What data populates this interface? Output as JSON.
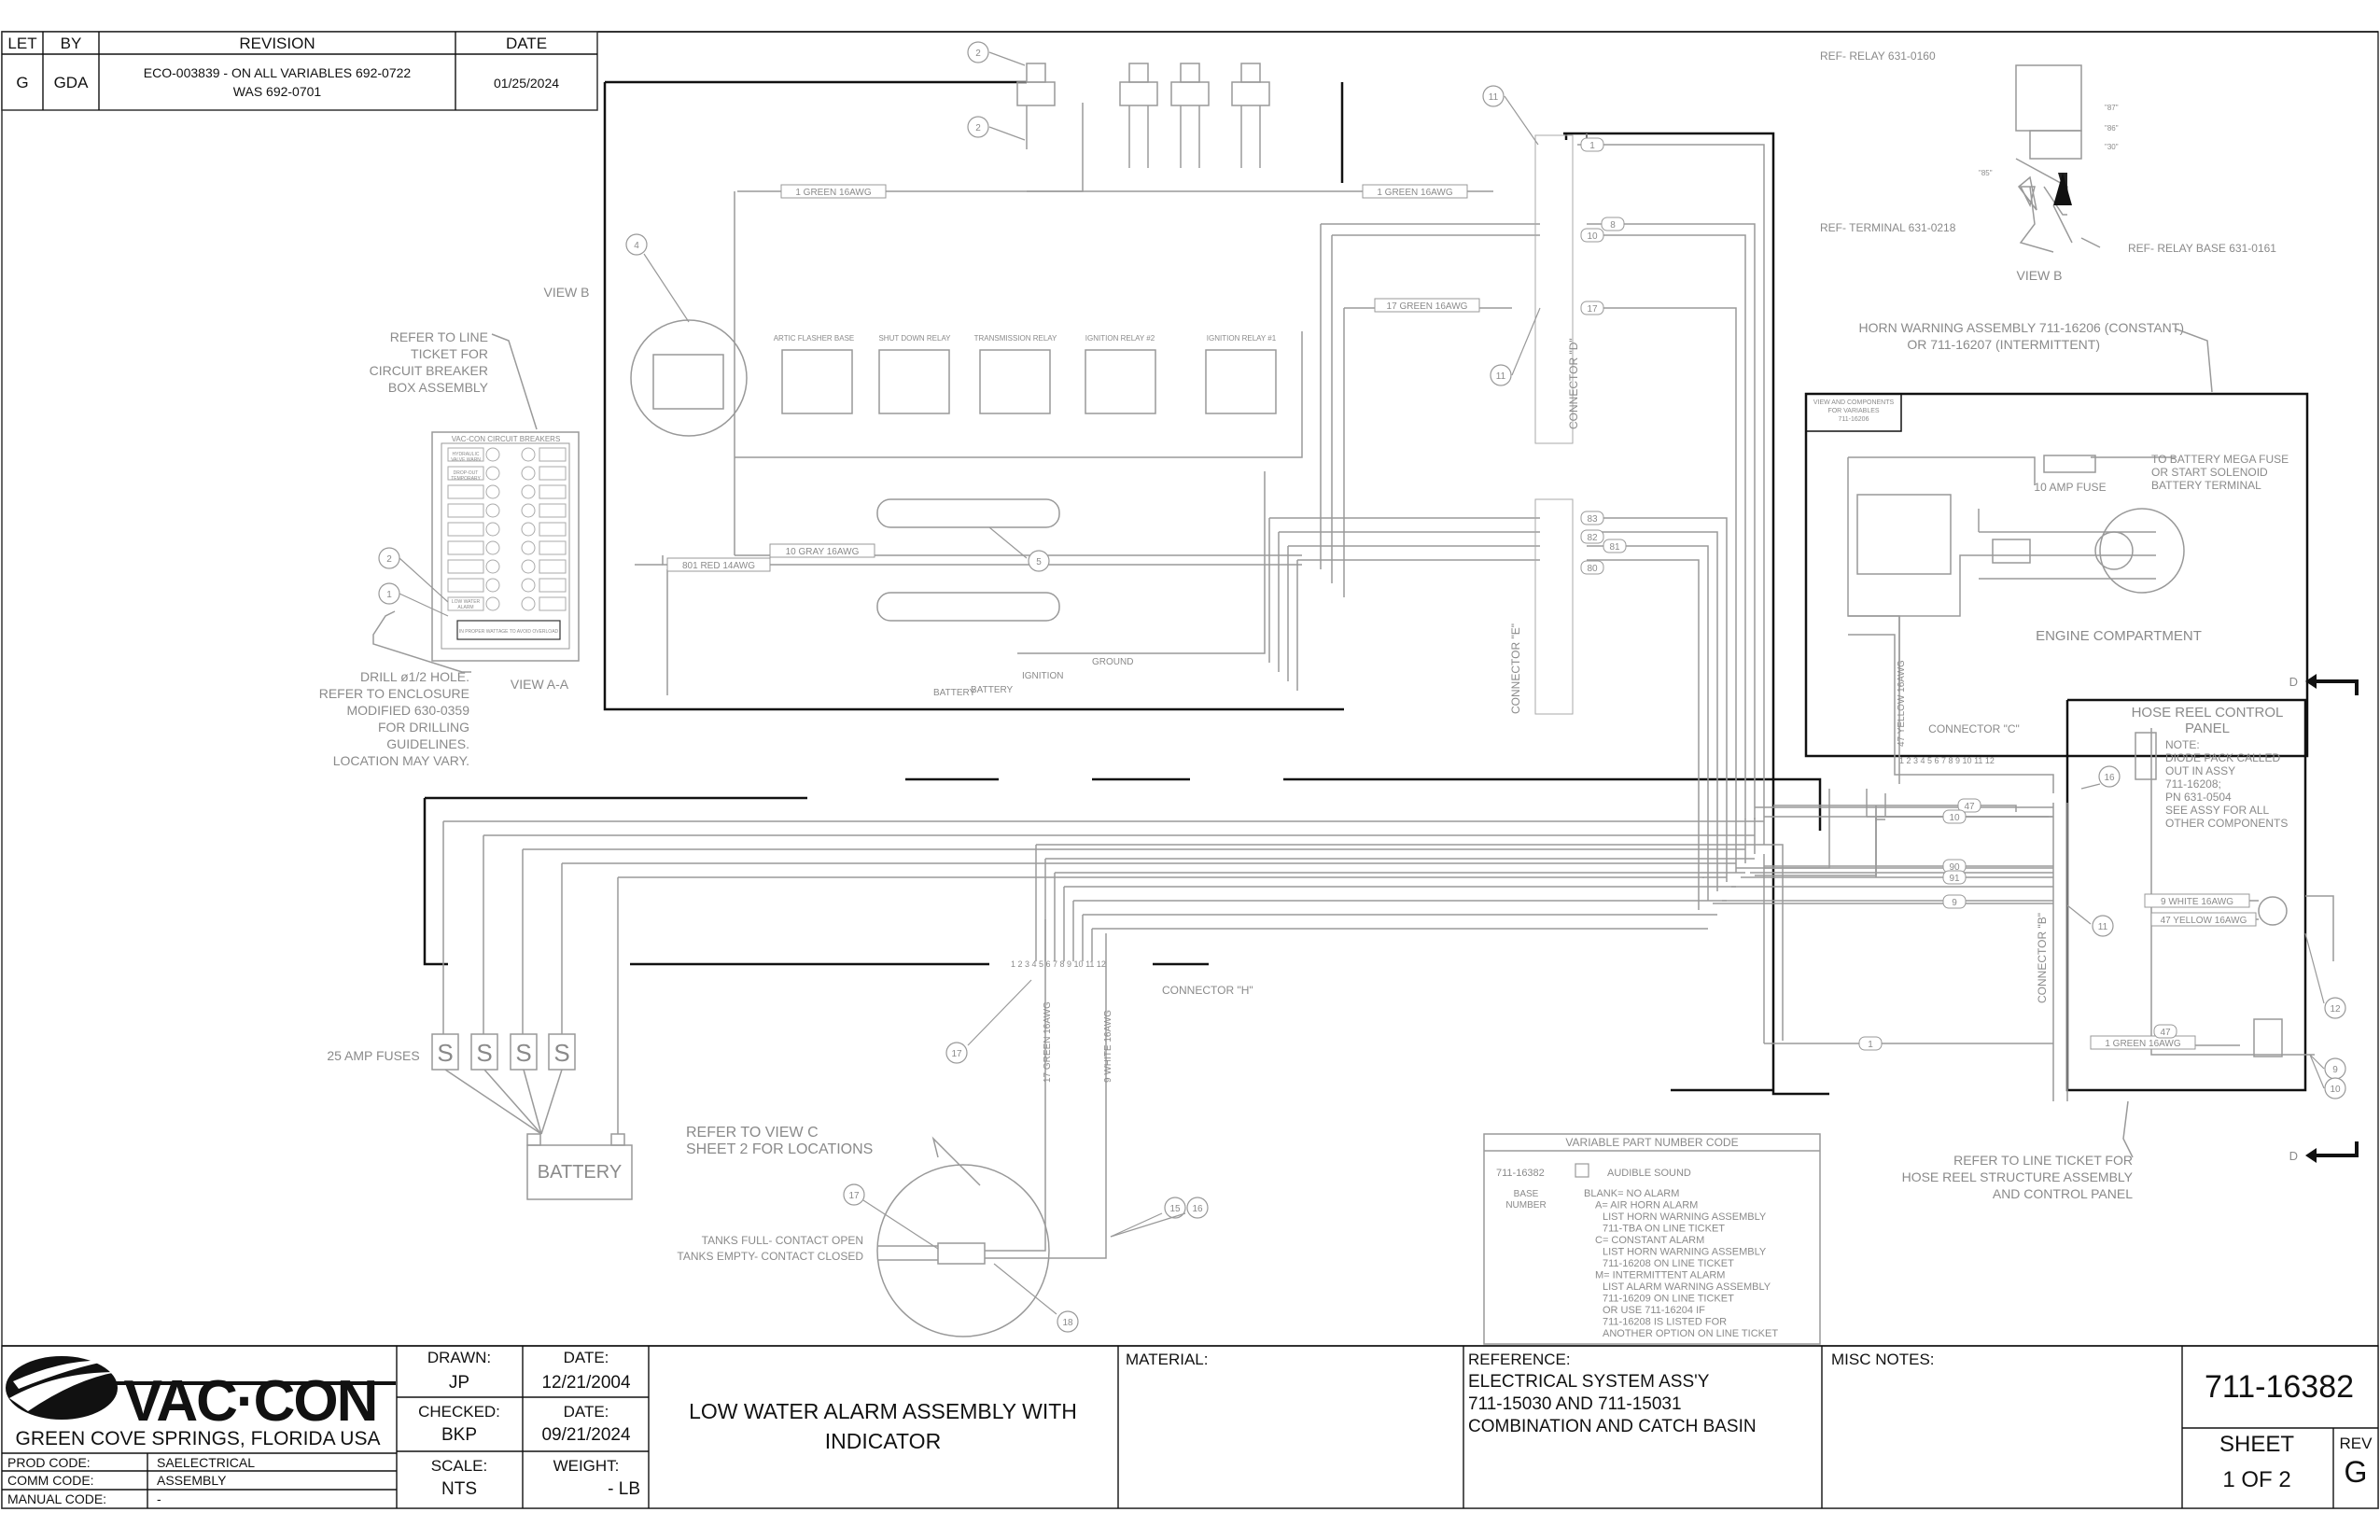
{
  "revision_table": {
    "headers": [
      "LET",
      "BY",
      "REVISION",
      "DATE"
    ],
    "row": {
      "let": "G",
      "by": "GDA",
      "revision_line1": "ECO-003839 - ON ALL VARIABLES 692-0722",
      "revision_line2": "WAS 692-0701",
      "date": "01/25/2024"
    }
  },
  "diagram": {
    "view_b_left": "VIEW B",
    "refer_line_ticket": [
      "REFER TO LINE",
      "TICKET FOR",
      "CIRCUIT BREAKER",
      "BOX ASSEMBLY"
    ],
    "breaker_panel_title": "VAC-CON CIRCUIT BREAKERS",
    "view_aa": "VIEW A-A",
    "drill_note": [
      "DRILL ø1/2 HOLE.",
      "REFER TO ENCLOSURE",
      "MODIFIED 630-0359",
      "FOR DRILLING",
      "GUIDELINES.",
      "LOCATION MAY VARY."
    ],
    "relays": [
      "ARTIC FLASHER BASE",
      "SHUT DOWN RELAY",
      "TRANSMISSION RELAY",
      "IGNITION RELAY #2",
      "IGNITION RELAY #1"
    ],
    "wires": {
      "w1_left": "1 GREEN 16AWG",
      "w1_right": "1 GREEN 16AWG",
      "w17": "17 GREEN 16AWG",
      "w10": "10 GRAY 16AWG",
      "w801": "801 RED 14AWG",
      "w47_yellow": "47 YELLOW 16AWG",
      "w9_white": "9 WHITE 16AWG",
      "w47_yellow_b": "47 YELLOW 16AWG",
      "w1_green_b": "1 GREEN 16AWG",
      "w17_green_v": "17 GREEN 16AWG",
      "w9_white_v": "9 WHITE 16AWG"
    },
    "terminal_labels": [
      "GROUND",
      "IGNITION",
      "BATTERY",
      "BATTERY"
    ],
    "connector_d": "CONNECTOR \"D\"",
    "connector_e": "CONNECTOR \"E\"",
    "connector_c": "CONNECTOR \"C\"",
    "connector_h": "CONNECTOR \"H\"",
    "connector_b": "CONNECTOR \"B\"",
    "conn_d_wires": [
      "1",
      "8",
      "10",
      "17"
    ],
    "conn_e_wires": [
      "83",
      "82",
      "81",
      "80"
    ],
    "conn_b_wires": [
      "47",
      "10",
      "90",
      "91",
      "9",
      "47",
      "1"
    ],
    "connector_c_pins": "1 2 3 4 5 6 7 8 9 10 11 12",
    "connector_h_pins": "1 2 3 4 5 6 7 8 9 10 11 12",
    "ref_relay": "REF- RELAY 631-0160",
    "ref_terminal": "REF- TERMINAL 631-0218",
    "ref_relay_base": "REF- RELAY BASE 631-0161",
    "relay_pins": [
      "\"87\"",
      "\"86\"",
      "\"30\"",
      "\"85\""
    ],
    "view_b_right": "VIEW B",
    "horn_warning": [
      "HORN WARNING ASSEMBLY 711-16206 (CONSTANT)",
      "OR 711-16207 (INTERMITTENT)"
    ],
    "view_components": [
      "VIEW AND COMPONENTS",
      "FOR VARIABLES",
      "711-16206"
    ],
    "battery_fuse": [
      "TO BATTERY MEGA FUSE",
      "OR START SOLENOID",
      "BATTERY TERMINAL"
    ],
    "amp_fuse_10": "10 AMP FUSE",
    "engine_compartment": "ENGINE COMPARTMENT",
    "hose_reel_panel": [
      "HOSE REEL CONTROL",
      "PANEL"
    ],
    "diode_note": [
      "NOTE:",
      "DIODE PACK CALLED",
      "OUT IN ASSY",
      "711-16208;",
      "PN 631-0504",
      "SEE ASSY FOR ALL",
      "OTHER COMPONENTS"
    ],
    "amp_fuses_25": "25 AMP FUSES",
    "battery": "BATTERY",
    "refer_view_c": [
      "REFER TO VIEW C",
      "SHEET 2 FOR LOCATIONS"
    ],
    "tanks_full": "TANKS FULL- CONTACT OPEN",
    "tanks_empty": "TANKS EMPTY- CONTACT CLOSED",
    "variable_part": {
      "title": "VARIABLE PART NUMBER CODE",
      "base": "711-16382",
      "base_number": [
        "BASE",
        "NUMBER"
      ],
      "audible": "AUDIBLE SOUND",
      "lines": [
        "BLANK= NO ALARM",
        "A= AIR HORN ALARM",
        "LIST HORN WARNING ASSEMBLY",
        "711-TBA ON LINE TICKET",
        "C= CONSTANT ALARM",
        "LIST HORN WARNING ASSEMBLY",
        "711-16208 ON LINE TICKET",
        "M= INTERMITTENT ALARM",
        "LIST ALARM WARNING ASSEMBLY",
        "711-16209 ON LINE TICKET",
        "OR USE 711-16204 IF",
        "711-16208 IS LISTED FOR",
        "ANOTHER OPTION ON LINE TICKET"
      ]
    },
    "refer_hose_reel": [
      "REFER TO LINE TICKET FOR",
      "HOSE REEL STRUCTURE ASSEMBLY",
      "AND CONTROL PANEL"
    ],
    "view_marker": "D",
    "balloons": [
      "2",
      "2",
      "11",
      "11",
      "4",
      "2",
      "1",
      "5",
      "17",
      "17",
      "15",
      "16",
      "18",
      "16",
      "11",
      "12",
      "9",
      "10"
    ],
    "circuit_breaker_labels": [
      "HYDRAULIC",
      "VALVE WARN",
      "DROP-OUT",
      "TEMPORARY",
      "LOW WATER",
      "ALARM"
    ],
    "breaker_warning": "IN PROPER WATTAGE TO AVOID OVERLOAD"
  },
  "title_block": {
    "company": "VAC·CON",
    "location": "GREEN COVE SPRINGS, FLORIDA USA",
    "prod_code_label": "PROD CODE:",
    "prod_code": "SAELECTRICAL",
    "comm_code_label": "COMM CODE:",
    "comm_code": "ASSEMBLY",
    "manual_code_label": "MANUAL CODE:",
    "manual_code": "-",
    "drawn_label": "DRAWN:",
    "drawn": "JP",
    "date1_label": "DATE:",
    "date1": "12/21/2004",
    "checked_label": "CHECKED:",
    "checked": "BKP",
    "date2_label": "DATE:",
    "date2": "09/21/2024",
    "scale_label": "SCALE:",
    "scale": "NTS",
    "weight_label": "WEIGHT:",
    "weight": "- LB",
    "title_line1": "LOW WATER ALARM ASSEMBLY WITH",
    "title_line2": "INDICATOR",
    "material_label": "MATERIAL:",
    "reference_label": "REFERENCE:",
    "reference_lines": [
      "ELECTRICAL SYSTEM ASS'Y",
      "711-15030 AND 711-15031",
      "COMBINATION AND CATCH BASIN"
    ],
    "misc_label": "MISC NOTES:",
    "part_number": "711-16382",
    "sheet_label": "SHEET",
    "sheet": "1 OF 2",
    "rev_label": "REV",
    "rev": "G"
  }
}
